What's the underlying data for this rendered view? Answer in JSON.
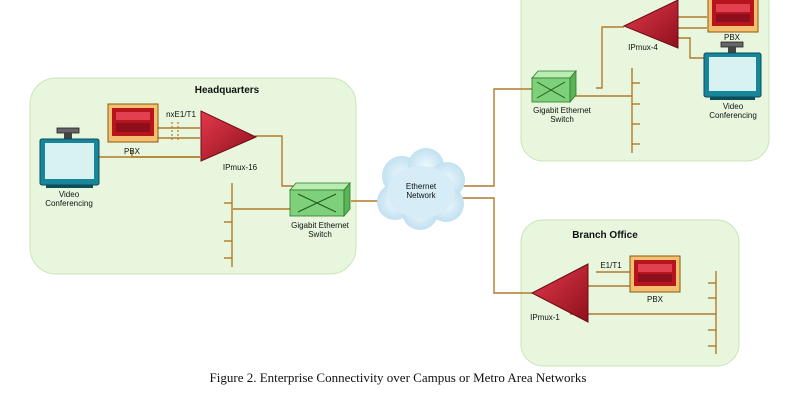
{
  "figure": {
    "caption": "Figure 2.  Enterprise Connectivity over Campus or Metro Area Networks"
  },
  "sites": {
    "headquarters": {
      "title": "Headquarters",
      "video": [
        "Video",
        "Conferencing"
      ],
      "pbx": "PBX",
      "link": "nxE1/T1",
      "ipmux": "IPmux-16",
      "switch": [
        "Gigabit Ethernet",
        "Switch"
      ]
    },
    "remote_top": {
      "ipmux": "IPmux-4",
      "pbx": "PBX",
      "switch": [
        "Gigabit Ethernet",
        "Switch"
      ],
      "video": [
        "Video",
        "Conferencing"
      ]
    },
    "branch": {
      "title": "Branch Office",
      "link": "E1/T1",
      "pbx": "PBX",
      "ipmux": "IPmux-1"
    }
  },
  "network": {
    "label": [
      "Ethernet",
      "Network"
    ]
  },
  "colors": {
    "region_fill": "#e8f6de",
    "ipmux_red": "#c41a2e",
    "pbx_red": "#b8141e",
    "pbx_panel": "#f4c070",
    "switch_green": "#7fd07a",
    "wire": "#b07a2a",
    "screen": "#cceeee",
    "cloud": "#cfe8f3"
  }
}
